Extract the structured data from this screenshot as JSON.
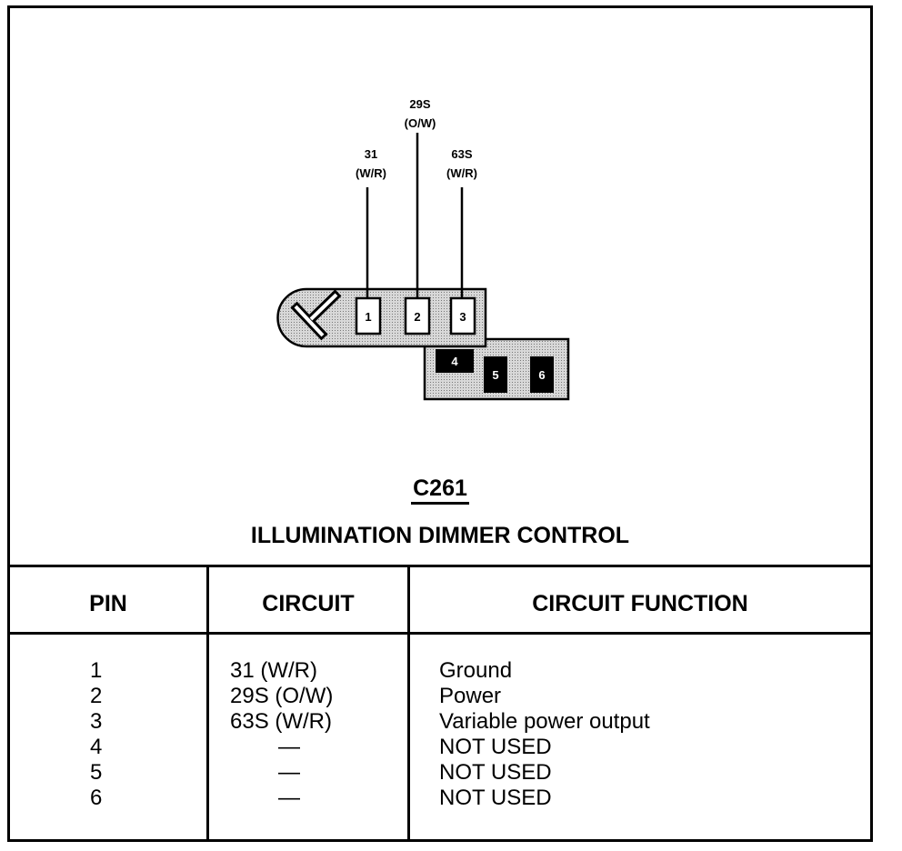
{
  "diagram": {
    "wires": [
      {
        "circuit": "31",
        "color": "(W/R)"
      },
      {
        "circuit": "29S",
        "color": "(O/W)"
      },
      {
        "circuit": "63S",
        "color": "(W/R)"
      }
    ],
    "pins": [
      "1",
      "2",
      "3",
      "4",
      "5",
      "6"
    ]
  },
  "connector_id": "C261",
  "component_name": "ILLUMINATION DIMMER CONTROL",
  "table": {
    "headers": {
      "pin": "PIN",
      "circuit": "CIRCUIT",
      "function": "CIRCUIT FUNCTION"
    },
    "rows": [
      {
        "pin": "1",
        "circuit": "31 (W/R)",
        "function": "Ground"
      },
      {
        "pin": "2",
        "circuit": "29S (O/W)",
        "function": "Power"
      },
      {
        "pin": "3",
        "circuit": "63S (W/R)",
        "function": "Variable power output"
      },
      {
        "pin": "4",
        "circuit": "—",
        "function": "NOT USED"
      },
      {
        "pin": "5",
        "circuit": "—",
        "function": "NOT USED"
      },
      {
        "pin": "6",
        "circuit": "—",
        "function": "NOT USED"
      }
    ]
  }
}
